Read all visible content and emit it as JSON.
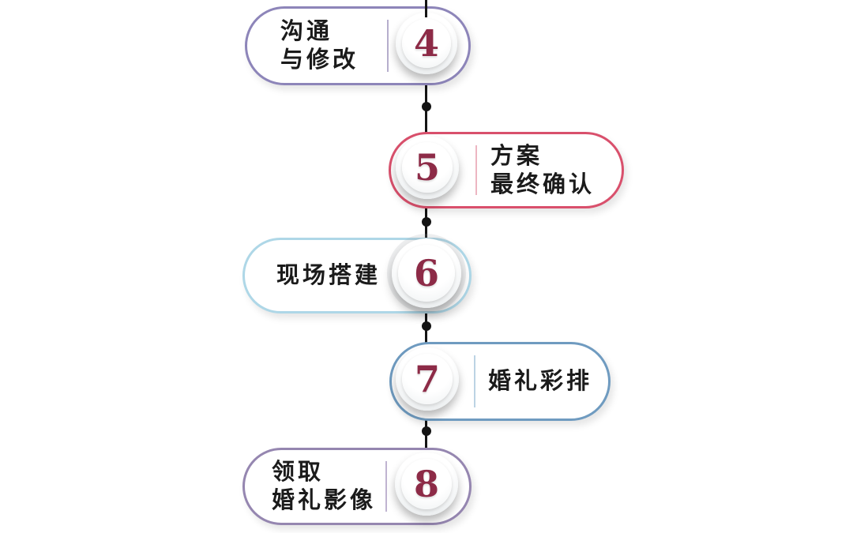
{
  "diagram": {
    "type": "vertical-timeline",
    "background": "#ffffff",
    "line_color": "#141414",
    "number_color": "#8d2b47",
    "steps": [
      {
        "number": "4",
        "side": "left",
        "label_lines": [
          "沟通",
          "与修改"
        ],
        "border_color": "#8d85b9",
        "divider_color": "#b6aecd"
      },
      {
        "number": "5",
        "side": "right",
        "label_lines": [
          "方案",
          "最终确认"
        ],
        "border_color": "#d9506c",
        "divider_color": "#edb6c2"
      },
      {
        "number": "6",
        "side": "left",
        "label_lines": [
          "现场搭建"
        ],
        "border_color": "#aed7e7",
        "divider_color": ""
      },
      {
        "number": "7",
        "side": "right",
        "label_lines": [
          "婚礼彩排"
        ],
        "border_color": "#6f9bc0",
        "divider_color": "#bcd3e4"
      },
      {
        "number": "8",
        "side": "left",
        "label_lines": [
          "领取",
          "婚礼影像"
        ],
        "border_color": "#9586b0",
        "divider_color": "#c0b4d1"
      }
    ]
  }
}
